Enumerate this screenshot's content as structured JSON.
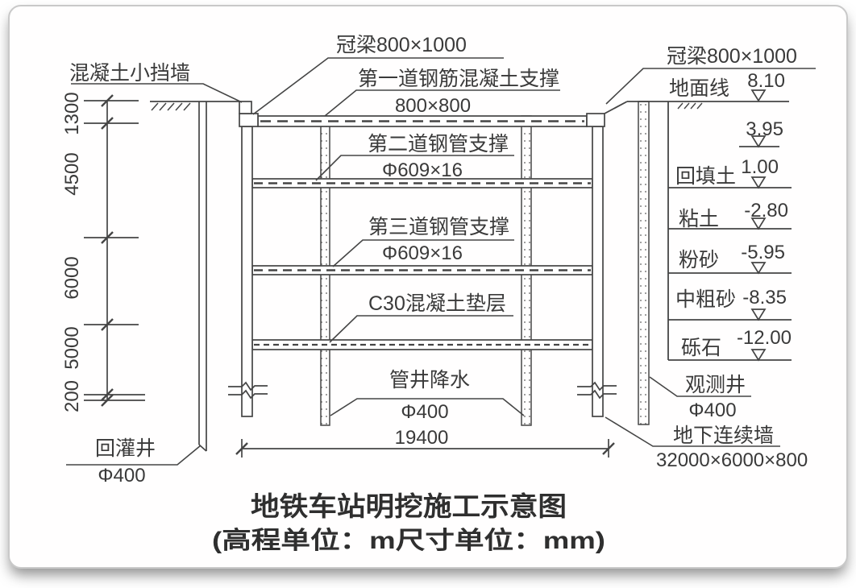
{
  "title": {
    "line1": "地铁车站明挖施工示意图",
    "line2": "(高程单位：m尺寸单位：mm)"
  },
  "labels": {
    "small_retaining_wall": "混凝土小挡墙",
    "crown_beam_left": "冠梁800×1000",
    "crown_beam_right": "冠梁800×1000",
    "strut1_name": "第一道钢筋混凝土支撑",
    "strut1_size": "800×800",
    "strut2_name": "第二道钢管支撑",
    "strut2_size": "Φ609×16",
    "strut3_name": "第三道钢管支撑",
    "strut3_size": "Φ609×16",
    "cushion": "C30混凝土垫层",
    "dewatering_well_name": "管井降水",
    "dewatering_well_size": "Φ400",
    "recharge_well_name": "回灌井",
    "recharge_well_size": "Φ400",
    "observation_well_name": "观测井",
    "observation_well_size": "Φ400",
    "diaphragm_wall_name": "地下连续墙",
    "diaphragm_wall_size": "32000×6000×800"
  },
  "dimensions": {
    "pit_width": "19400",
    "left": [
      "1300",
      "4500",
      "6000",
      "5000",
      "200"
    ]
  },
  "soil_profile": {
    "marks": [
      {
        "label": "地面线",
        "elev": "8.10"
      },
      {
        "label": "",
        "elev": "3.95"
      },
      {
        "label": "回填土",
        "elev": "1.00"
      },
      {
        "label": "粘土",
        "elev": "-2.80"
      },
      {
        "label": "粉砂",
        "elev": "-5.95"
      },
      {
        "label": "中粗砂",
        "elev": "-8.35"
      },
      {
        "label": "砾石",
        "elev": "-12.00"
      }
    ]
  }
}
